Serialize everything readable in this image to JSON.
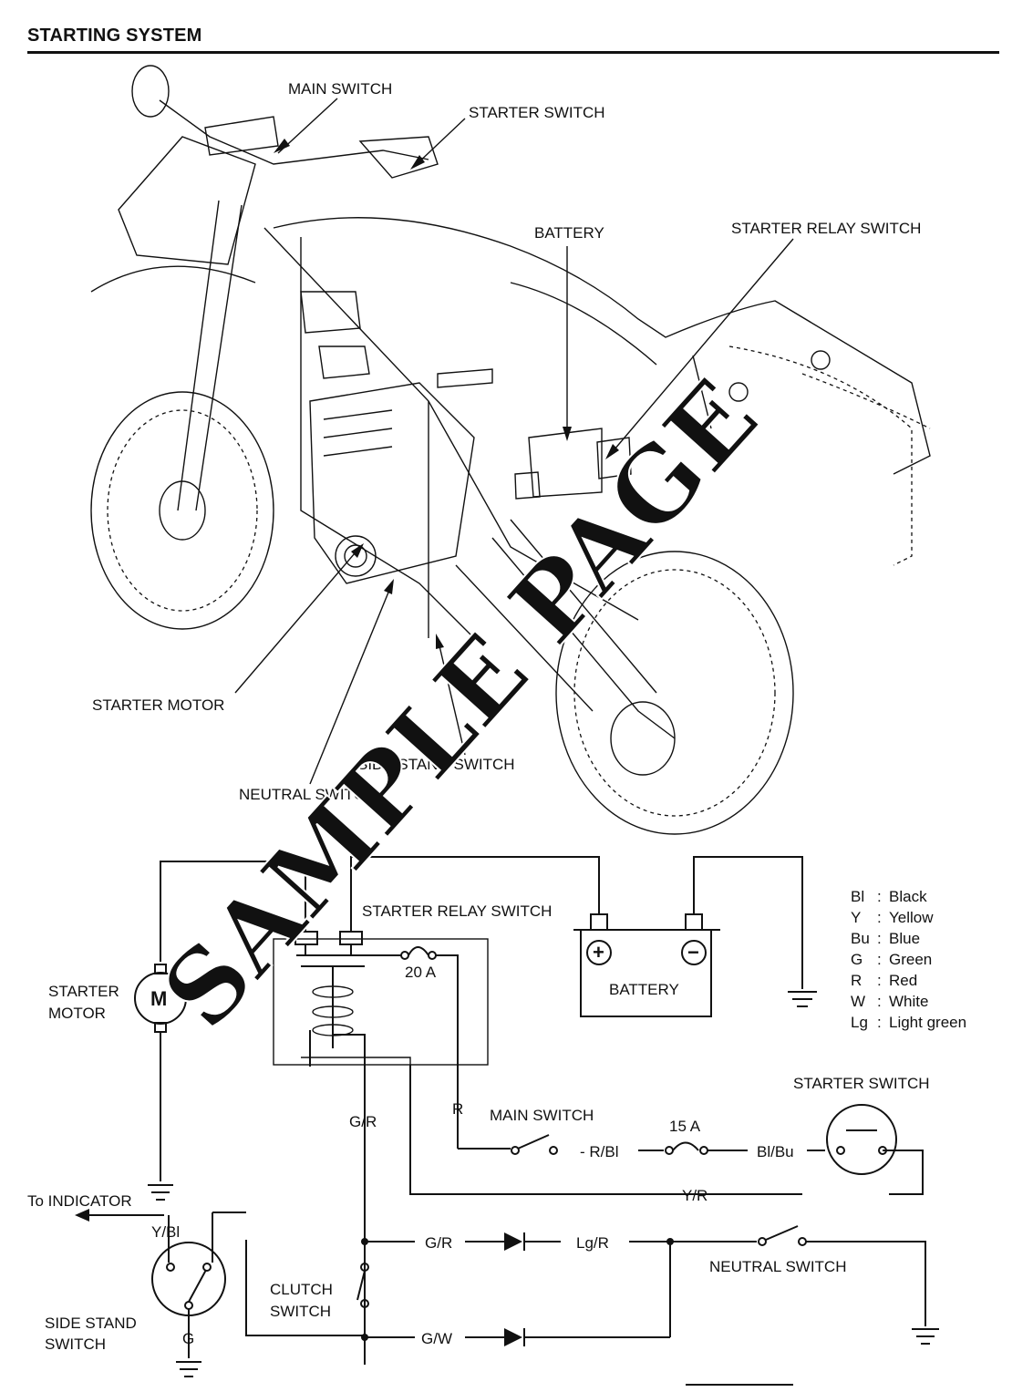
{
  "title": "STARTING SYSTEM",
  "illustration": {
    "labels": {
      "main_switch": "MAIN SWITCH",
      "starter_switch": "STARTER SWITCH",
      "battery": "BATTERY",
      "starter_relay_switch": "STARTER RELAY SWITCH",
      "starter_motor": "STARTER MOTOR",
      "side_stand_switch": "SIDE STAND SWITCH",
      "neutral_switch": "NEUTRAL SWITCH"
    }
  },
  "schematic": {
    "starter_motor_line1": "STARTER",
    "starter_motor_line2": "MOTOR",
    "motor_symbol": "M",
    "starter_relay_switch": "STARTER RELAY SWITCH",
    "fuse_main": "20 A",
    "battery": "BATTERY",
    "battery_plus": "+",
    "battery_minus": "−",
    "main_switch": "MAIN SWITCH",
    "fuse_sub": "15 A",
    "starter_switch": "STARTER SWITCH",
    "wire_R": "R",
    "wire_GR_1": "G/R",
    "wire_RBl": "- R/Bl",
    "wire_BlBu": "Bl/Bu",
    "wire_YR": "Y/R",
    "to_indicator": "To INDICATOR",
    "wire_YBl": "Y/Bl",
    "wire_GR_2": "G/R",
    "wire_LgR": "Lg/R",
    "neutral_switch": "NEUTRAL SWITCH",
    "clutch_switch_line1": "CLUTCH",
    "clutch_switch_line2": "SWITCH",
    "side_stand_line1": "SIDE STAND",
    "side_stand_line2": "SWITCH",
    "wire_G": "G",
    "wire_GW": "G/W"
  },
  "legend": [
    {
      "code": "Bl",
      "name": "Black"
    },
    {
      "code": "Y",
      "name": "Yellow"
    },
    {
      "code": "Bu",
      "name": "Blue"
    },
    {
      "code": "G",
      "name": "Green"
    },
    {
      "code": "R",
      "name": "Red"
    },
    {
      "code": "W",
      "name": "White"
    },
    {
      "code": "Lg",
      "name": "Light green"
    }
  ],
  "watermark": "SAMPLE PAGE"
}
